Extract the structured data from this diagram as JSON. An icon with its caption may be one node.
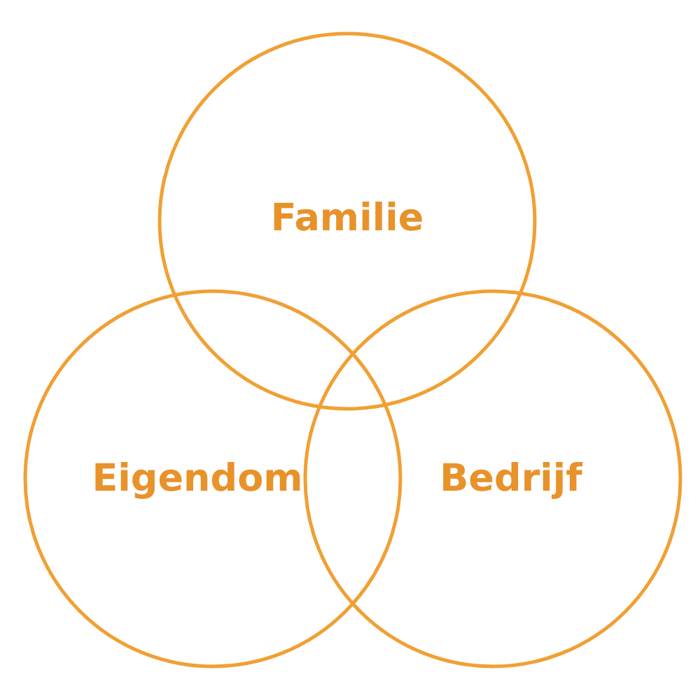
{
  "diagram": {
    "nodes": [
      {
        "text": [
          "Familie"
        ]
      },
      {
        "text": [
          "Eigendom"
        ]
      },
      {
        "text": [
          "Bedrijf"
        ]
      }
    ]
  }
}
